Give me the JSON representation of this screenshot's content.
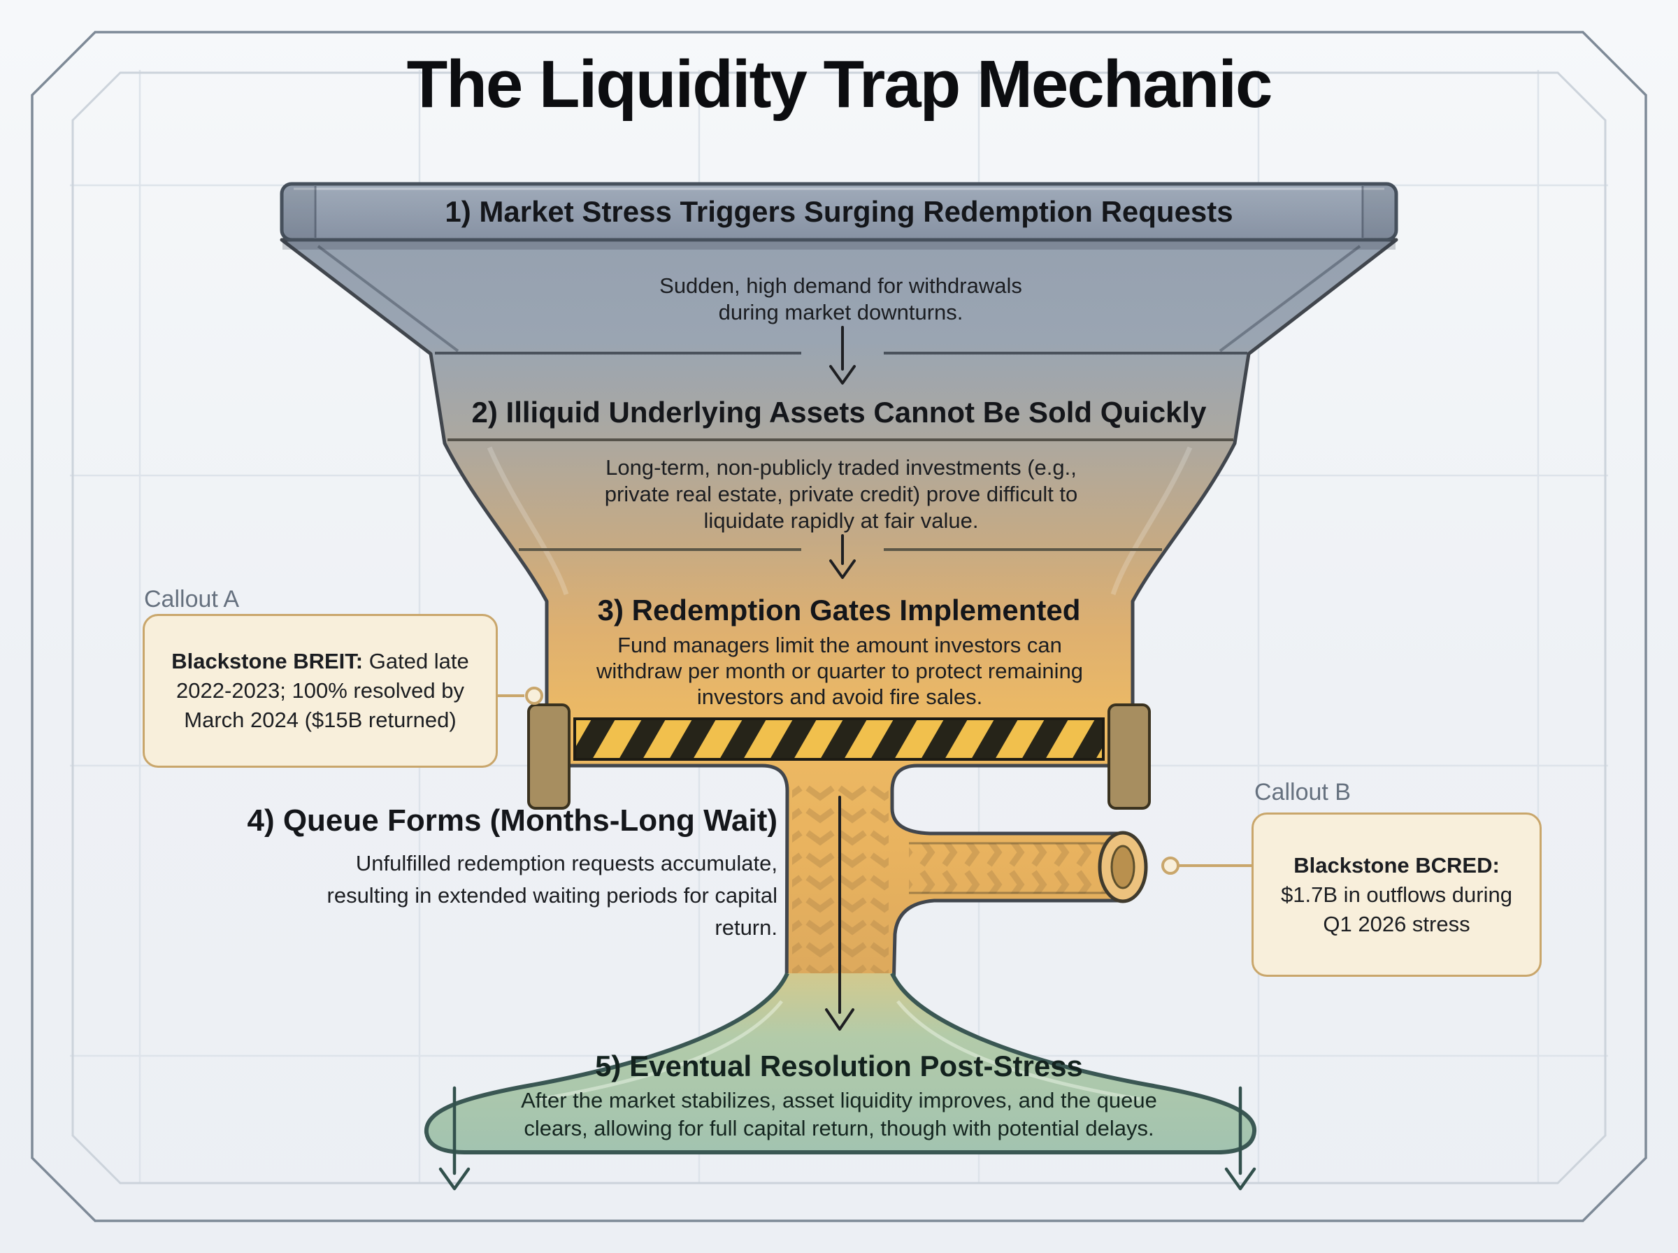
{
  "title": "The Liquidity Trap Mechanic",
  "sections": [
    {
      "title": "1) Market Stress Triggers Surging Redemption Requests",
      "body": "Sudden, high demand for withdrawals during market downturns."
    },
    {
      "title": "2) Illiquid Underlying Assets Cannot Be Sold Quickly",
      "body": "Long-term, non-publicly traded investments (e.g., private real estate, private credit) prove difficult to liquidate rapidly at fair value."
    },
    {
      "title": "3) Redemption Gates Implemented",
      "body": "Fund managers limit the amount investors can withdraw per month or quarter to protect remaining investors and avoid fire sales."
    },
    {
      "title": "4) Queue Forms (Months-Long Wait)",
      "body": "Unfulfilled redemption requests accumulate, resulting in extended waiting periods for capital return."
    },
    {
      "title": "5) Eventual Resolution Post-Stress",
      "body": "After the market stabilizes, asset liquidity improves, and the queue clears, allowing for full capital return, though with potential delays."
    }
  ],
  "callouts": {
    "a": {
      "label": "Callout A",
      "lead": "Blackstone BREIT:",
      "text": " Gated late 2022-2023; 100% resolved by March 2024 ($15B returned)"
    },
    "b": {
      "label": "Callout B",
      "lead": "Blackstone BCRED:",
      "text": "$1.7B in outflows during Q1 2026 stress"
    }
  },
  "palette": {
    "slate_top": "#96a2b1",
    "amber_mid": "#ecb964",
    "bell_green": "#a4c4b0",
    "hazard_yellow": "#f1c04d",
    "hazard_black": "#262419",
    "clamp_brown": "#a78e60",
    "callout_cream": "#f8efdb",
    "callout_border": "#c9a66b",
    "label_gray": "#66717f",
    "outline_dark": "#41464d",
    "bell_outline": "#3a5753"
  }
}
